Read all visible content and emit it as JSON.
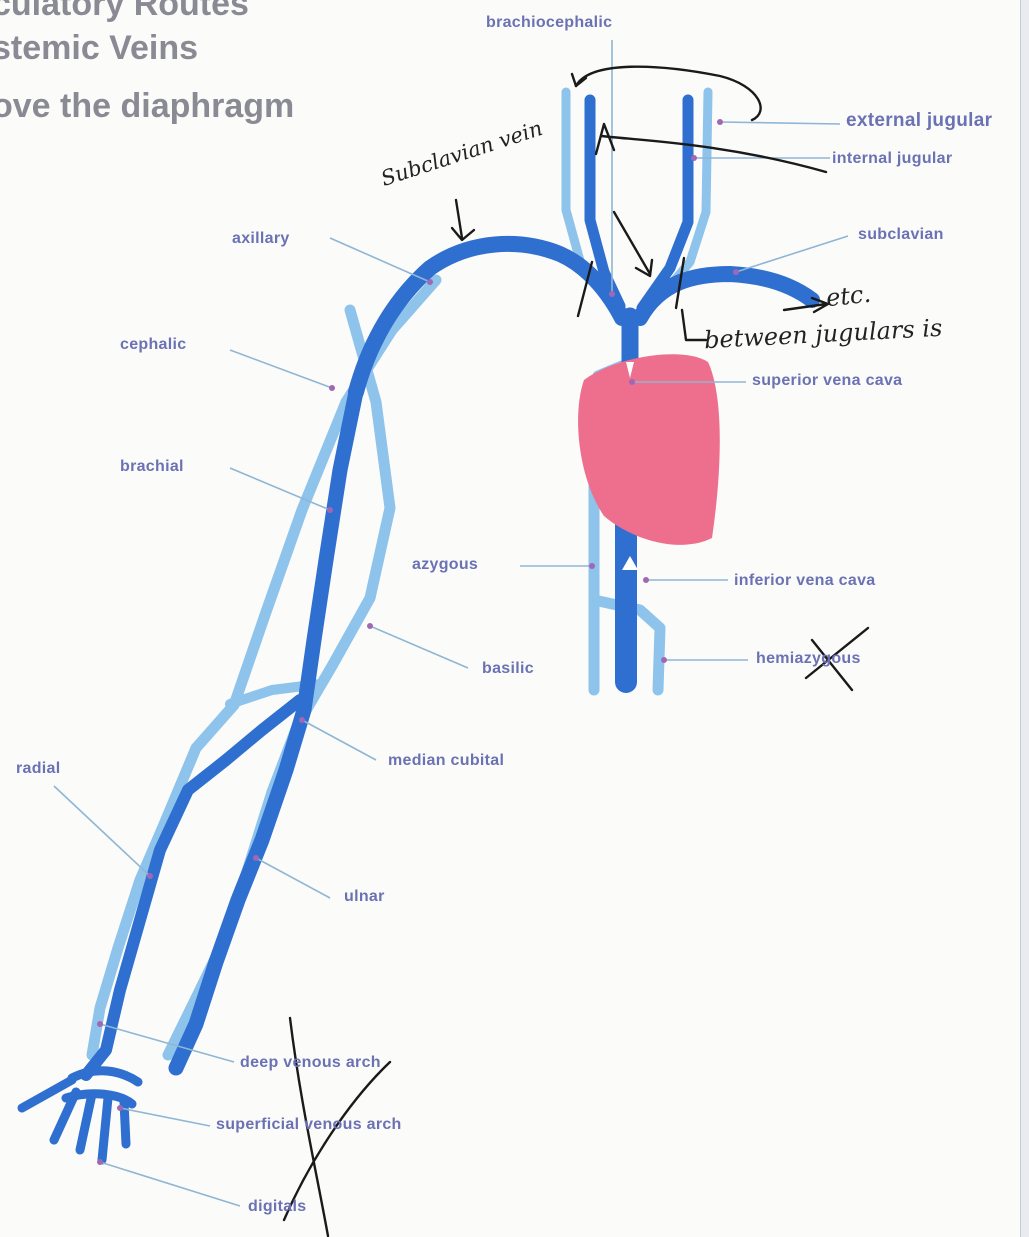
{
  "title": {
    "line1": "culatory Routes",
    "line2": "stemic Veins",
    "line3": "ove the diaphragm"
  },
  "labels": {
    "brachiocephalic": "brachiocephalic",
    "external_jugular": "external jugular",
    "internal_jugular": "internal jugular",
    "subclavian": "subclavian",
    "axillary": "axillary",
    "cephalic": "cephalic",
    "superior_vena_cava": "superior vena cava",
    "brachial": "brachial",
    "azygous": "azygous",
    "inferior_vena_cava": "inferior vena cava",
    "basilic": "basilic",
    "hemiazygous": "hemiazygous",
    "median_cubital": "median cubital",
    "radial": "radial",
    "ulnar": "ulnar",
    "deep_venous_arch": "deep venous arch",
    "superficial_venous_arch": "superficial venous arch",
    "digitals": "digitals"
  },
  "handwritten": {
    "subclavian_vein": "Subclavian vein",
    "etc": "etc.",
    "between_jugulars": "between jugulars is"
  },
  "colors": {
    "deep_vein": "#2f6fd0",
    "superficial_vein": "#8ec3ec",
    "heart": "#ee6e8e",
    "label_text": "#6b72b4",
    "leader_line": "#8fb6d4",
    "ink": "#1a1a1a",
    "title_text": "#8a8a94"
  }
}
